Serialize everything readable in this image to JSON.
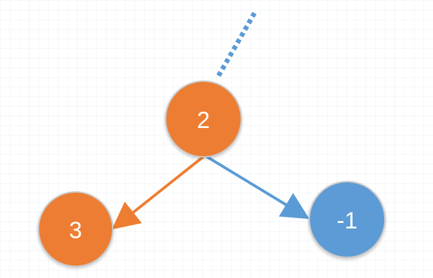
{
  "nodes": {
    "root": {
      "label": "2",
      "color": "#ED7D31"
    },
    "left_child": {
      "label": "3",
      "color": "#ED7D31"
    },
    "right_child": {
      "label": "-1",
      "color": "#5B9BD5"
    }
  },
  "edges": {
    "parent_link": {
      "color": "#5B9BD5",
      "style": "dotted"
    },
    "to_left": {
      "color": "#ED7D31",
      "style": "arrow"
    },
    "to_right": {
      "color": "#5B9BD5",
      "style": "arrow"
    }
  },
  "colors": {
    "orange": "#ED7D31",
    "blue": "#5B9BD5",
    "node_border": "#C9C9C9"
  }
}
